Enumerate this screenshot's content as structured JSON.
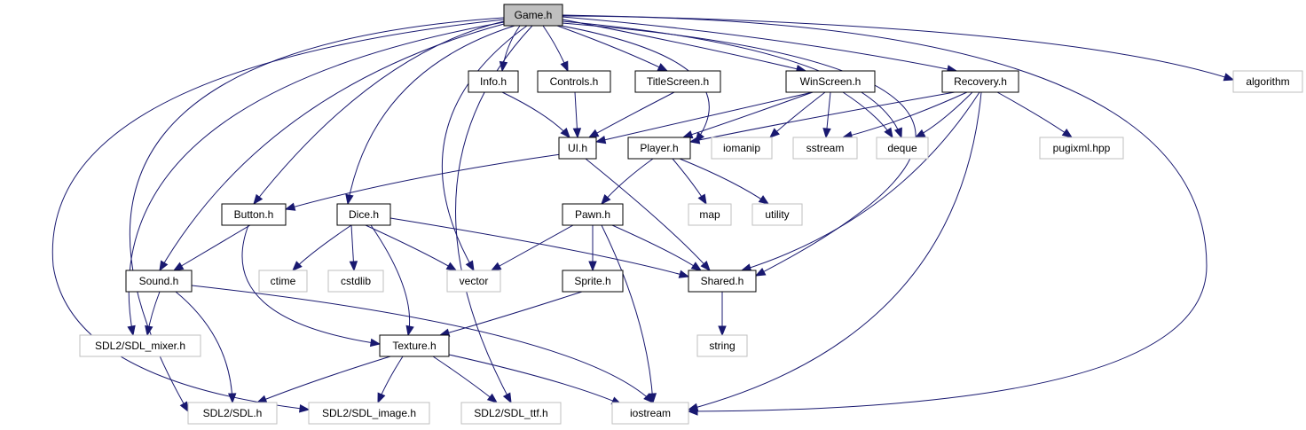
{
  "graph": {
    "edge_color": "#191970",
    "project_border_color": "#000000",
    "external_border_color": "#bfbfbf",
    "root_fill_color": "#bfbfbf",
    "nodes": [
      {
        "id": "game",
        "label": "Game.h",
        "kind": "root"
      },
      {
        "id": "info",
        "label": "Info.h",
        "kind": "project"
      },
      {
        "id": "controls",
        "label": "Controls.h",
        "kind": "project"
      },
      {
        "id": "titlescreen",
        "label": "TitleScreen.h",
        "kind": "project"
      },
      {
        "id": "winscreen",
        "label": "WinScreen.h",
        "kind": "project"
      },
      {
        "id": "recovery",
        "label": "Recovery.h",
        "kind": "project"
      },
      {
        "id": "algorithm",
        "label": "algorithm",
        "kind": "external"
      },
      {
        "id": "ui",
        "label": "UI.h",
        "kind": "project"
      },
      {
        "id": "player",
        "label": "Player.h",
        "kind": "project"
      },
      {
        "id": "iomanip",
        "label": "iomanip",
        "kind": "external"
      },
      {
        "id": "sstream",
        "label": "sstream",
        "kind": "external"
      },
      {
        "id": "deque",
        "label": "deque",
        "kind": "external"
      },
      {
        "id": "pugixml",
        "label": "pugixml.hpp",
        "kind": "external"
      },
      {
        "id": "button",
        "label": "Button.h",
        "kind": "project"
      },
      {
        "id": "dice",
        "label": "Dice.h",
        "kind": "project"
      },
      {
        "id": "pawn",
        "label": "Pawn.h",
        "kind": "project"
      },
      {
        "id": "map",
        "label": "map",
        "kind": "external"
      },
      {
        "id": "utility",
        "label": "utility",
        "kind": "external"
      },
      {
        "id": "sound",
        "label": "Sound.h",
        "kind": "project"
      },
      {
        "id": "ctime",
        "label": "ctime",
        "kind": "external"
      },
      {
        "id": "cstdlib",
        "label": "cstdlib",
        "kind": "external"
      },
      {
        "id": "vector",
        "label": "vector",
        "kind": "external"
      },
      {
        "id": "sprite",
        "label": "Sprite.h",
        "kind": "project"
      },
      {
        "id": "shared",
        "label": "Shared.h",
        "kind": "project"
      },
      {
        "id": "sdlmixer",
        "label": "SDL2/SDL_mixer.h",
        "kind": "external"
      },
      {
        "id": "texture",
        "label": "Texture.h",
        "kind": "project"
      },
      {
        "id": "string",
        "label": "string",
        "kind": "external"
      },
      {
        "id": "sdl",
        "label": "SDL2/SDL.h",
        "kind": "external"
      },
      {
        "id": "sdlimage",
        "label": "SDL2/SDL_image.h",
        "kind": "external"
      },
      {
        "id": "sdlttf",
        "label": "SDL2/SDL_ttf.h",
        "kind": "external"
      },
      {
        "id": "iostream",
        "label": "iostream",
        "kind": "external"
      }
    ],
    "edges": [
      {
        "from": "game",
        "to": "info"
      },
      {
        "from": "game",
        "to": "controls"
      },
      {
        "from": "game",
        "to": "titlescreen"
      },
      {
        "from": "game",
        "to": "winscreen"
      },
      {
        "from": "game",
        "to": "recovery"
      },
      {
        "from": "game",
        "to": "algorithm"
      },
      {
        "from": "game",
        "to": "player"
      },
      {
        "from": "game",
        "to": "deque"
      },
      {
        "from": "game",
        "to": "button"
      },
      {
        "from": "game",
        "to": "dice"
      },
      {
        "from": "game",
        "to": "sound"
      },
      {
        "from": "game",
        "to": "vector"
      },
      {
        "from": "game",
        "to": "shared"
      },
      {
        "from": "game",
        "to": "sdlmixer"
      },
      {
        "from": "game",
        "to": "sdl"
      },
      {
        "from": "game",
        "to": "sdlimage"
      },
      {
        "from": "game",
        "to": "sdlttf"
      },
      {
        "from": "game",
        "to": "iostream"
      },
      {
        "from": "info",
        "to": "ui"
      },
      {
        "from": "controls",
        "to": "ui"
      },
      {
        "from": "titlescreen",
        "to": "ui"
      },
      {
        "from": "winscreen",
        "to": "ui"
      },
      {
        "from": "winscreen",
        "to": "player"
      },
      {
        "from": "winscreen",
        "to": "iomanip"
      },
      {
        "from": "winscreen",
        "to": "sstream"
      },
      {
        "from": "winscreen",
        "to": "deque"
      },
      {
        "from": "recovery",
        "to": "player"
      },
      {
        "from": "recovery",
        "to": "sstream"
      },
      {
        "from": "recovery",
        "to": "deque"
      },
      {
        "from": "recovery",
        "to": "pugixml"
      },
      {
        "from": "recovery",
        "to": "shared"
      },
      {
        "from": "recovery",
        "to": "iostream"
      },
      {
        "from": "ui",
        "to": "button"
      },
      {
        "from": "ui",
        "to": "shared"
      },
      {
        "from": "player",
        "to": "pawn"
      },
      {
        "from": "player",
        "to": "map"
      },
      {
        "from": "player",
        "to": "utility"
      },
      {
        "from": "button",
        "to": "sound"
      },
      {
        "from": "button",
        "to": "texture"
      },
      {
        "from": "dice",
        "to": "ctime"
      },
      {
        "from": "dice",
        "to": "cstdlib"
      },
      {
        "from": "dice",
        "to": "vector"
      },
      {
        "from": "dice",
        "to": "texture"
      },
      {
        "from": "dice",
        "to": "shared"
      },
      {
        "from": "pawn",
        "to": "vector"
      },
      {
        "from": "pawn",
        "to": "sprite"
      },
      {
        "from": "pawn",
        "to": "shared"
      },
      {
        "from": "pawn",
        "to": "iostream"
      },
      {
        "from": "sprite",
        "to": "texture"
      },
      {
        "from": "shared",
        "to": "string"
      },
      {
        "from": "sound",
        "to": "sdlmixer"
      },
      {
        "from": "sound",
        "to": "sdl"
      },
      {
        "from": "sound",
        "to": "iostream"
      },
      {
        "from": "texture",
        "to": "sdl"
      },
      {
        "from": "texture",
        "to": "sdlimage"
      },
      {
        "from": "texture",
        "to": "sdlttf"
      },
      {
        "from": "texture",
        "to": "iostream"
      }
    ]
  }
}
